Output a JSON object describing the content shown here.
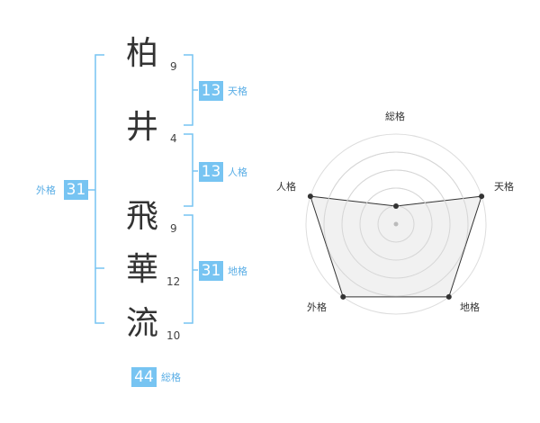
{
  "name_chars": [
    {
      "char": "柏",
      "strokes": "9"
    },
    {
      "char": "井",
      "strokes": "4"
    },
    {
      "char": "飛",
      "strokes": "9"
    },
    {
      "char": "華",
      "strokes": "12"
    },
    {
      "char": "流",
      "strokes": "10"
    }
  ],
  "fortunes": {
    "tenkaku": {
      "value": "13",
      "label": "天格"
    },
    "jinkaku": {
      "value": "13",
      "label": "人格"
    },
    "chikaku": {
      "value": "31",
      "label": "地格"
    },
    "gaikaku": {
      "value": "31",
      "label": "外格"
    },
    "soukaku": {
      "value": "44",
      "label": "総格"
    }
  },
  "radar": {
    "axes": [
      "総格",
      "天格",
      "地格",
      "外格",
      "人格"
    ],
    "values": [
      1,
      5,
      5,
      5,
      5
    ],
    "max": 5
  },
  "colors": {
    "accent": "#77c4f2",
    "accent_text": "#5aaee6",
    "radar_fill": "#eeeeee",
    "radar_line": "#333333"
  }
}
